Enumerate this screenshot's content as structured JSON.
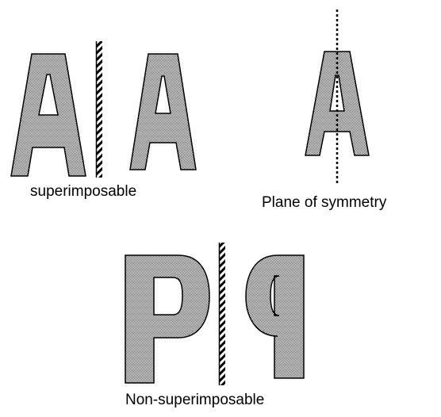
{
  "labels": {
    "superimposable": "superimposable",
    "plane_of_symmetry": "Plane of symmetry",
    "non_superimposable": "Non-superimposable"
  },
  "letters": {
    "a_left": "A",
    "a_right": "A",
    "a_symmetric": "A",
    "p_left": "P",
    "p_mirrored": "P"
  },
  "colors": {
    "letter_fill": "#8a8a8a",
    "outline": "#000000",
    "background": "#ffffff"
  }
}
